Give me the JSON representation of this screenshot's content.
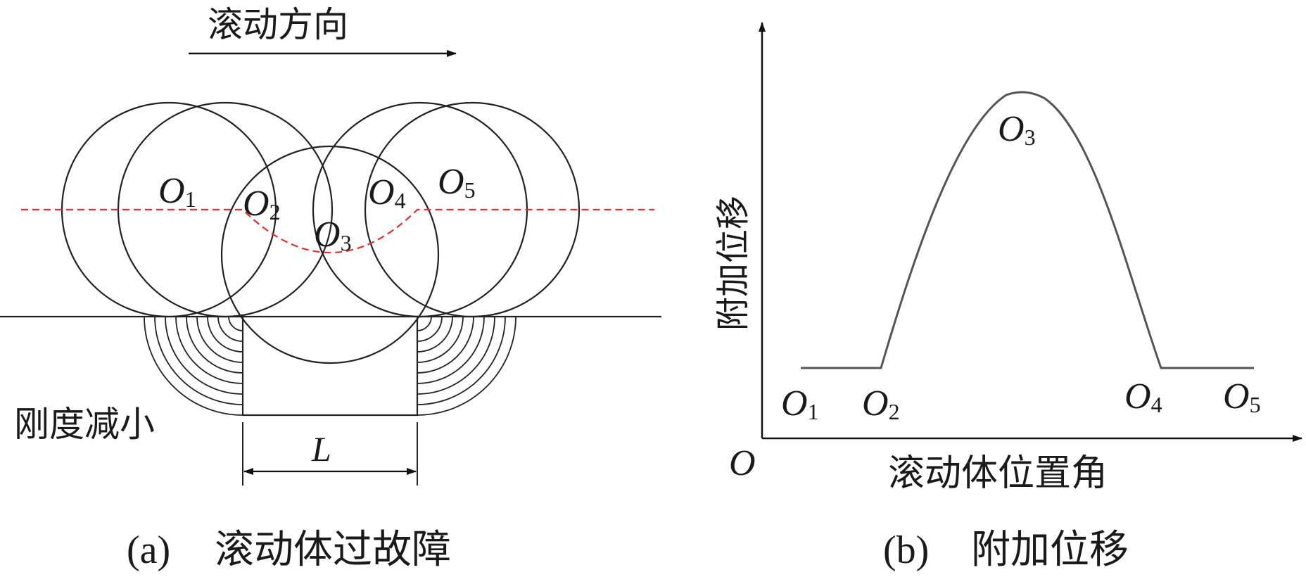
{
  "panel_a": {
    "direction_label": "滚动方向",
    "stiffness_label": "刚度减小",
    "length_label": "L",
    "caption_prefix": "(a)",
    "caption_text": "滚动体过故障",
    "centers": [
      {
        "main": "O",
        "sub": "1"
      },
      {
        "main": "O",
        "sub": "2"
      },
      {
        "main": "O",
        "sub": "3"
      },
      {
        "main": "O",
        "sub": "4"
      },
      {
        "main": "O",
        "sub": "5"
      }
    ]
  },
  "panel_b": {
    "y_axis_label": "附加位移",
    "x_axis_label": "滚动体位置角",
    "origin_label": "O",
    "caption_prefix": "(b)",
    "caption_text": "附加位移",
    "points": [
      {
        "main": "O",
        "sub": "1"
      },
      {
        "main": "O",
        "sub": "2"
      },
      {
        "main": "O",
        "sub": "3"
      },
      {
        "main": "O",
        "sub": "4"
      },
      {
        "main": "O",
        "sub": "5"
      }
    ]
  },
  "colors": {
    "line": "#222222",
    "path": "#e03030"
  }
}
